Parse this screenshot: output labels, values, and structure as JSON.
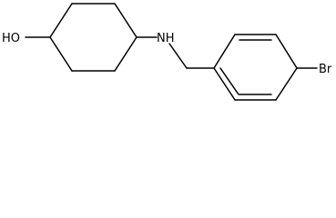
{
  "molecule": {
    "atoms": {
      "oxygen_group": "HO",
      "amine_group": "NH",
      "halogen": "Br"
    },
    "colors": {
      "bond": "#000000",
      "label": "#000000",
      "background": "#ffffff"
    }
  }
}
